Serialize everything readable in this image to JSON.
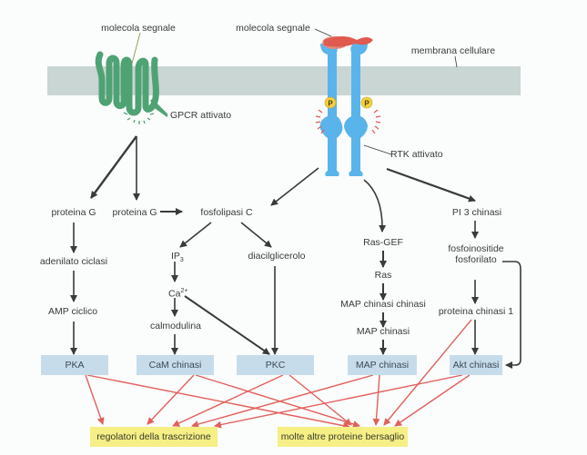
{
  "colors": {
    "membrane": "#c9d6d3",
    "gpcr": "#4fa274",
    "rtk": "#5ab4ec",
    "ligand": "#e05a50",
    "phospho": "#f4d03f",
    "kinase_box": "#c6dcea",
    "target_box": "#f5ef86",
    "arrow_black": "#3a3a3a",
    "arrow_red": "#e2605c"
  },
  "labels": {
    "signal_molecule_left": "molecola segnale",
    "signal_molecule_right": "molecola segnale",
    "cell_membrane": "membrana cellulare",
    "gpcr_activated": "GPCR attivato",
    "rtk_activated": "RTK attivato",
    "phospho_symbol": "P"
  },
  "nodes": {
    "g_protein_1": "proteina G",
    "g_protein_2": "proteina G",
    "adenylyl_cyclase": "adenilato ciclasi",
    "camp": "AMP ciclico",
    "plc": "fosfolipasi C",
    "ip3_base": "IP",
    "ip3_sub": "3",
    "ca_base": "Ca",
    "ca_sup": "2+",
    "calmodulin": "calmodulina",
    "dag": "diacilglicerolo",
    "ras_gef": "Ras-GEF",
    "ras": "Ras",
    "mapkk": "MAP chinasi chinasi",
    "mapk": "MAP chinasi",
    "pi3k": "PI 3 chinasi",
    "pip_line1": "fosfoinositide",
    "pip_line2": "fosforilato",
    "pdk1": "proteina chinasi 1"
  },
  "kinases": [
    {
      "id": "pka",
      "label": "PKA"
    },
    {
      "id": "camk",
      "label": "CaM chinasi"
    },
    {
      "id": "pkc",
      "label": "PKC"
    },
    {
      "id": "mapk_box",
      "label": "MAP chinasi"
    },
    {
      "id": "akt",
      "label": "Akt chinasi"
    }
  ],
  "targets": [
    {
      "id": "tx",
      "label": "regolatori della trascrizione"
    },
    {
      "id": "other",
      "label": "molte altre proteine bersaglio"
    }
  ]
}
